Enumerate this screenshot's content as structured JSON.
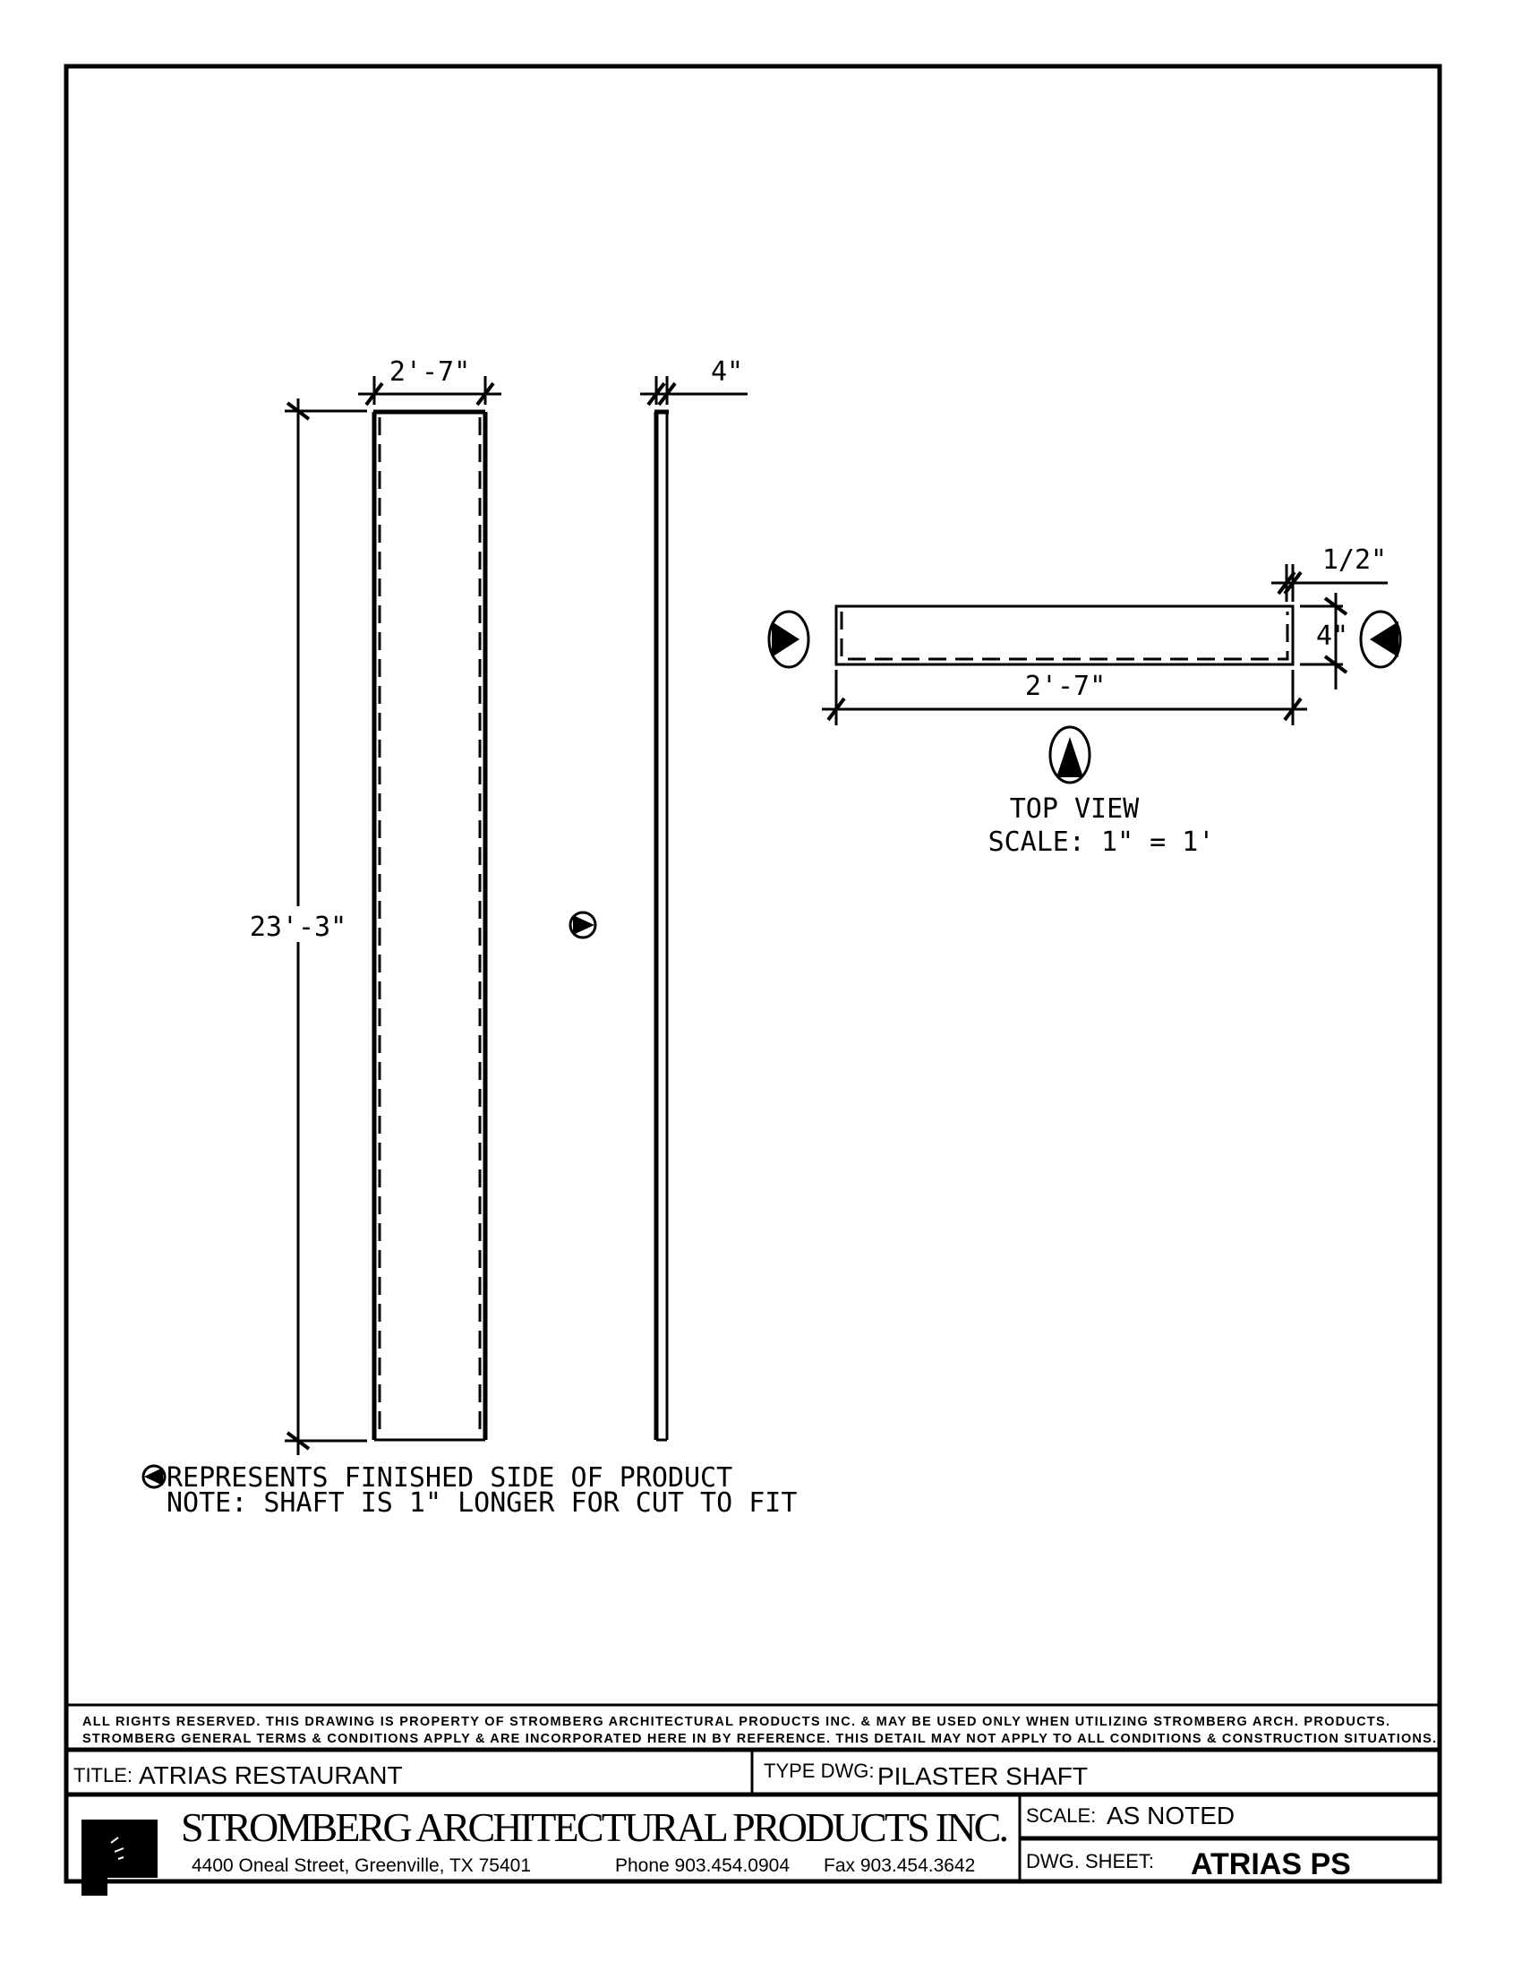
{
  "front_view": {
    "width_dim": "2'-7\"",
    "height_dim": "23'-3\""
  },
  "side_view": {
    "thickness_dim": "4\""
  },
  "top_view": {
    "width_dim": "2'-7\"",
    "depth_dim": "4\"",
    "wall_dim": "1/2\"",
    "title": "TOP VIEW",
    "scale": "SCALE:  1\"  =  1'"
  },
  "notes": {
    "legend": "REPRESENTS FINISHED SIDE OF PRODUCT",
    "note": "NOTE:  SHAFT IS 1\" LONGER FOR CUT TO FIT"
  },
  "title_block": {
    "disclaimer_1": "ALL RIGHTS RESERVED. THIS DRAWING IS PROPERTY OF STROMBERG ARCHITECTURAL PRODUCTS INC. & MAY BE USED ONLY WHEN UTILIZING STROMBERG ARCH. PRODUCTS.",
    "disclaimer_2": "STROMBERG GENERAL TERMS & CONDITIONS APPLY & ARE INCORPORATED HERE IN BY REFERENCE. THIS DETAIL MAY NOT APPLY TO ALL CONDITIONS & CONSTRUCTION SITUATIONS.",
    "title_label": "TITLE:",
    "title_value": "ATRIAS RESTAURANT",
    "type_label": "TYPE DWG:",
    "type_value": "PILASTER SHAFT",
    "company": "STROMBERG ARCHITECTURAL PRODUCTS INC.",
    "address": "4400 Oneal Street, Greenville, TX  75401",
    "phone": "Phone 903.454.0904",
    "fax": "Fax 903.454.3642",
    "scale_label": "SCALE:",
    "scale_value": "AS NOTED",
    "sheet_label": "DWG. SHEET:",
    "sheet_value": "ATRIAS PS"
  }
}
